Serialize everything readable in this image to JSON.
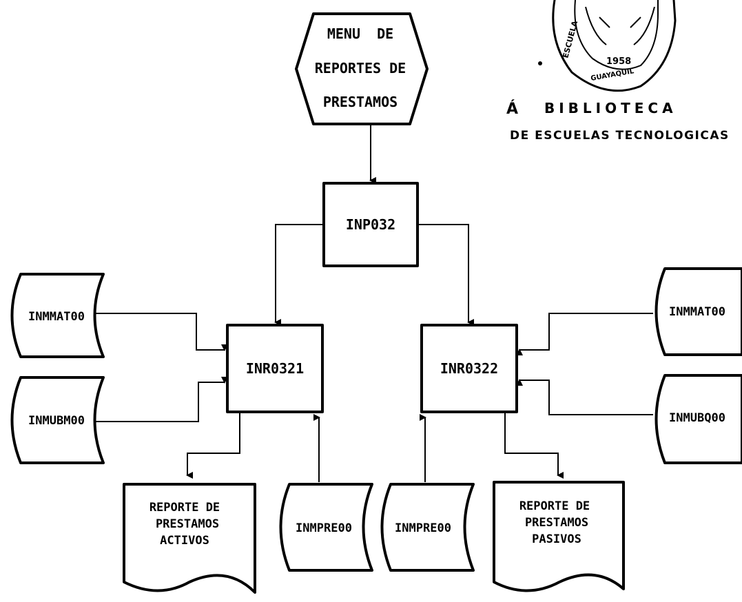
{
  "menu": {
    "line1": "MENU  DE",
    "line2": "REPORTES DE",
    "line3": "PRESTAMOS"
  },
  "programs": {
    "main": "INP032",
    "left": "INR0321",
    "right": "INR0322"
  },
  "files": {
    "left_top": "INMMAT00",
    "left_bottom": "INMUBM00",
    "right_top": "INMMAT00",
    "right_bottom": "INMUBQ00",
    "bottom_left": "INMPRE00",
    "bottom_right": "INMPRE00"
  },
  "reports": {
    "left": {
      "line1": "REPORTE DE",
      "line2": "PRESTAMOS",
      "line3": "ACTIVOS"
    },
    "right": {
      "line1": "REPORTE DE",
      "line2": "PRESTAMOS",
      "line3": "PASIVOS"
    }
  },
  "stamp": {
    "ring_left": "ESCUELA",
    "ring_bottom": "GUAYAQUIL",
    "year": "1958",
    "line1": "BIBLIOTECA",
    "line2": "DE ESCUELAS TECNOLOGICAS"
  }
}
